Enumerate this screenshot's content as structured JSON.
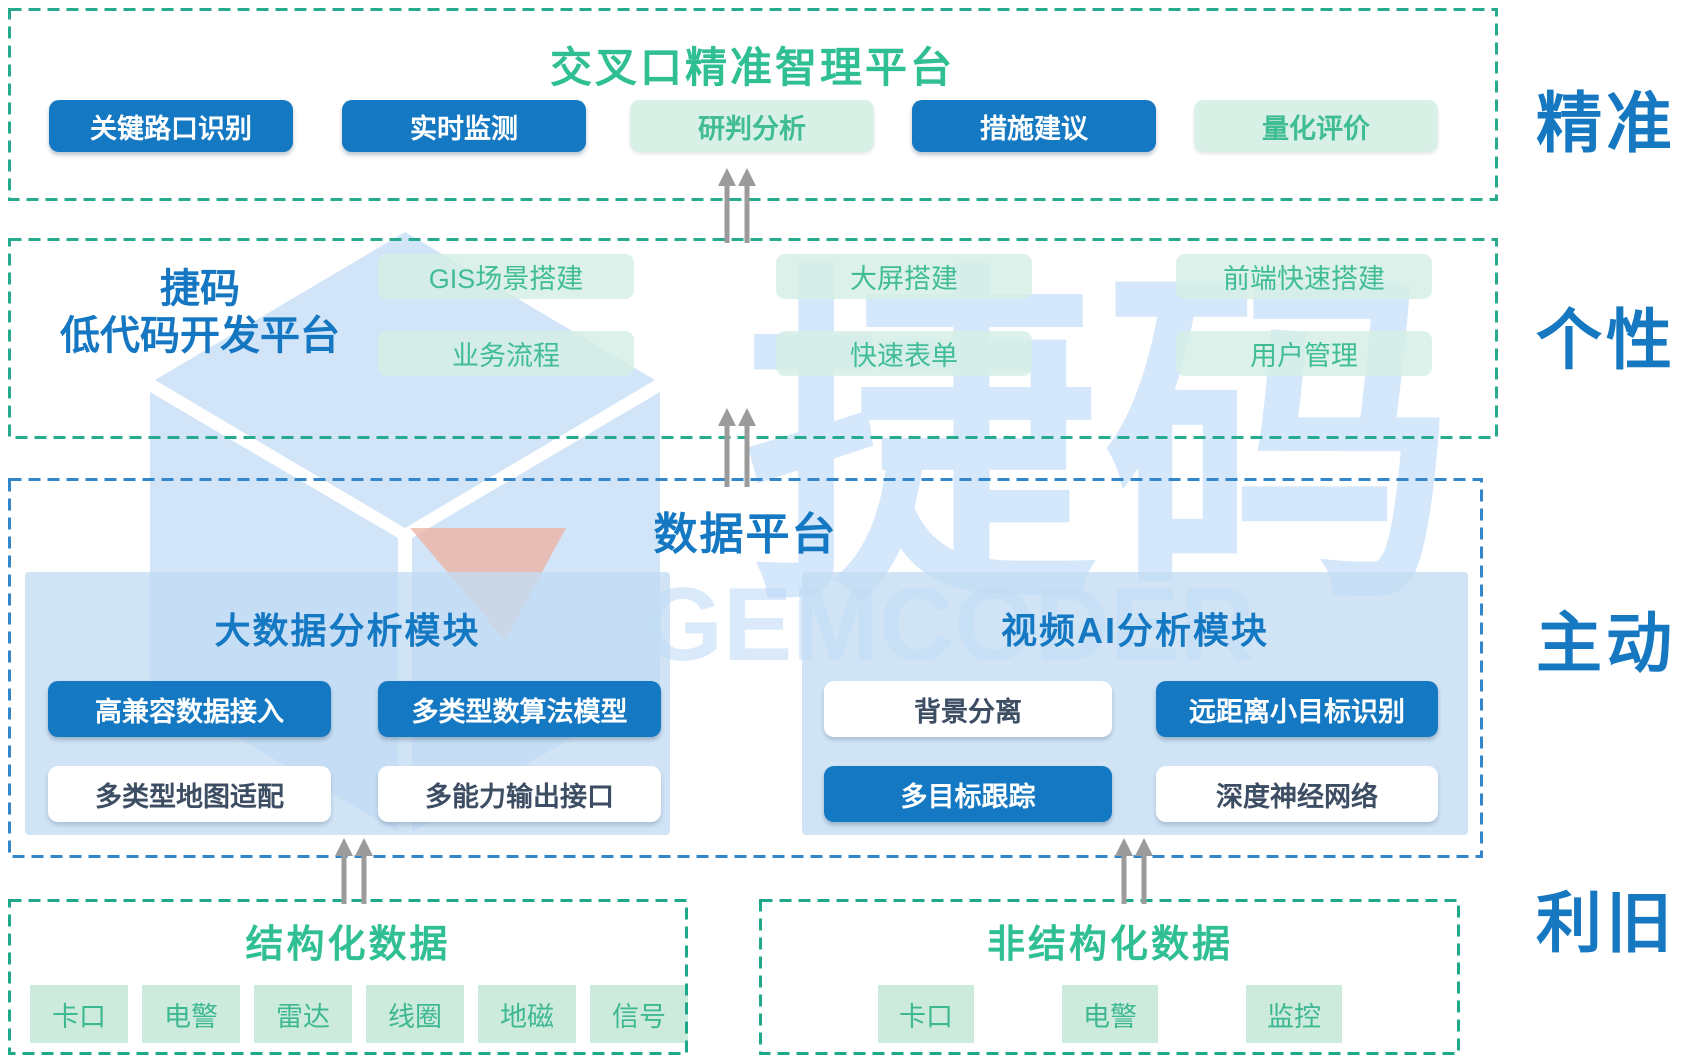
{
  "watermark": {
    "zh": "捷码",
    "en": "GEMCODER"
  },
  "side_labels": [
    "精准",
    "个性",
    "主动",
    "利旧"
  ],
  "layer1": {
    "title": "交叉口精准智理平台",
    "buttons": [
      {
        "label": "关键路口识别",
        "style": "blue-solid"
      },
      {
        "label": "实时监测",
        "style": "blue-solid"
      },
      {
        "label": "研判分析",
        "style": "green-light"
      },
      {
        "label": "措施建议",
        "style": "blue-solid"
      },
      {
        "label": "量化评价",
        "style": "green-light"
      }
    ]
  },
  "layer2": {
    "title_line1": "捷码",
    "title_line2": "低代码开发平台",
    "pills": [
      {
        "label": "GIS场景搭建"
      },
      {
        "label": "大屏搭建"
      },
      {
        "label": "前端快速搭建"
      },
      {
        "label": "业务流程"
      },
      {
        "label": "快速表单"
      },
      {
        "label": "用户管理"
      }
    ]
  },
  "layer3": {
    "title": "数据平台",
    "modules": [
      {
        "title": "大数据分析模块",
        "buttons": [
          {
            "label": "高兼容数据接入",
            "style": "blue-solid"
          },
          {
            "label": "多类型数算法模型",
            "style": "blue-solid"
          },
          {
            "label": "多类型地图适配",
            "style": "white"
          },
          {
            "label": "多能力输出接口",
            "style": "white"
          }
        ]
      },
      {
        "title": "视频AI分析模块",
        "buttons": [
          {
            "label": "背景分离",
            "style": "white"
          },
          {
            "label": "远距离小目标识别",
            "style": "blue-solid"
          },
          {
            "label": "多目标跟踪",
            "style": "blue-solid"
          },
          {
            "label": "深度神经网络",
            "style": "white"
          }
        ]
      }
    ]
  },
  "layer4": {
    "boxes": [
      {
        "title": "结构化数据",
        "items": [
          "卡口",
          "电警",
          "雷达",
          "线圈",
          "地磁",
          "信号"
        ]
      },
      {
        "title": "非结构化数据",
        "items": [
          "卡口",
          "电警",
          "监控"
        ]
      }
    ]
  },
  "colors": {
    "accent_blue": "#1478c2",
    "accent_green": "#2fbf93",
    "pill_green_bg": "#d9f0e6",
    "pill_green_text": "#41bd96",
    "panel_blue": "#c3dcf3",
    "border_green": "#27aa8d",
    "border_blue": "#3386c9",
    "arrow_gray": "#9b9b9b",
    "dark_text": "#3d4d63",
    "watermark_blue": "#b9d7f6",
    "logo_salmon": "#ecb2a0"
  }
}
